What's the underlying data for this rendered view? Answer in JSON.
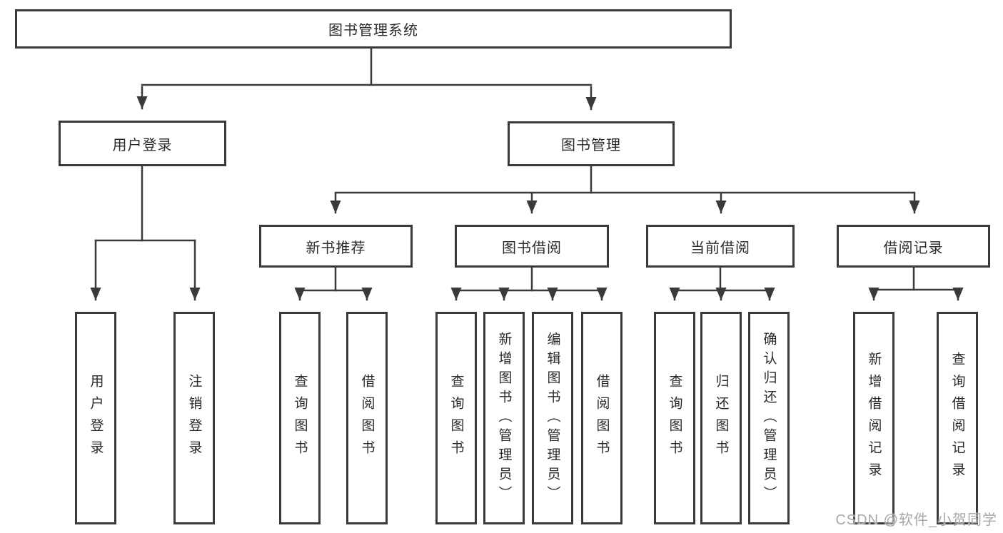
{
  "diagram": {
    "type": "hierarchy-tree",
    "colors": {
      "line": "#3a3a3a",
      "border": "#3a3a3a",
      "text": "#2b2b2b",
      "background": "#ffffff",
      "watermark": "#a8a8a8"
    },
    "watermark": "CSDN @软件_小贺同学",
    "tree": {
      "root": "图书管理系统",
      "children": [
        {
          "label": "用户登录",
          "children": [
            {
              "label": "用户登录"
            },
            {
              "label": "注销登录"
            }
          ]
        },
        {
          "label": "图书管理",
          "children": [
            {
              "label": "新书推荐",
              "children": [
                {
                  "label": "查询图书"
                },
                {
                  "label": "借阅图书"
                }
              ]
            },
            {
              "label": "图书借阅",
              "children": [
                {
                  "label": "查询图书"
                },
                {
                  "label": "新增图书（管理员）"
                },
                {
                  "label": "编辑图书（管理员）"
                },
                {
                  "label": "借阅图书"
                }
              ]
            },
            {
              "label": "当前借阅",
              "children": [
                {
                  "label": "查询图书"
                },
                {
                  "label": "归还图书"
                },
                {
                  "label": "确认归还（管理员）"
                }
              ]
            },
            {
              "label": "借阅记录",
              "children": [
                {
                  "label": "新增借阅记录"
                },
                {
                  "label": "查询借阅记录"
                }
              ]
            }
          ]
        }
      ]
    }
  }
}
